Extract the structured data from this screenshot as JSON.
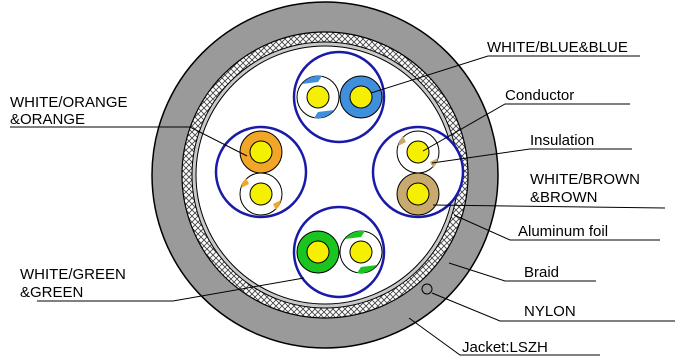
{
  "labels": {
    "white_blue": "WHITE/BLUE&BLUE",
    "conductor": "Conductor",
    "white_orange_1": "WHITE/ORANGE",
    "white_orange_2": "&ORANGE",
    "insulation": "Insulation",
    "white_brown_1": "WHITE/BROWN",
    "white_brown_2": "&BROWN",
    "aluminum_foil": "Aluminum foil",
    "white_green_1": "WHITE/GREEN",
    "white_green_2": "&GREEN",
    "braid": "Braid",
    "nylon": "NYLON",
    "jacket": "Jacket:LSZH"
  },
  "colors": {
    "jacket": "#9a9a9a",
    "braid_fill": "#ffffff",
    "braid_hatch": "#444444",
    "foil": "#c8c8c8",
    "inner": "#ffffff",
    "pair_ring": "#1a1aa8",
    "conductor": "#f4f000",
    "blue": "#3f8fdc",
    "orange": "#f2a627",
    "brown": "#c8aa6e",
    "green": "#19c51e",
    "white_insulation": "#ffffff",
    "stripe_blue": "#3f8fdc",
    "stripe_orange": "#f2a627",
    "stripe_brown": "#c8aa6e",
    "stripe_green": "#19c51e"
  }
}
